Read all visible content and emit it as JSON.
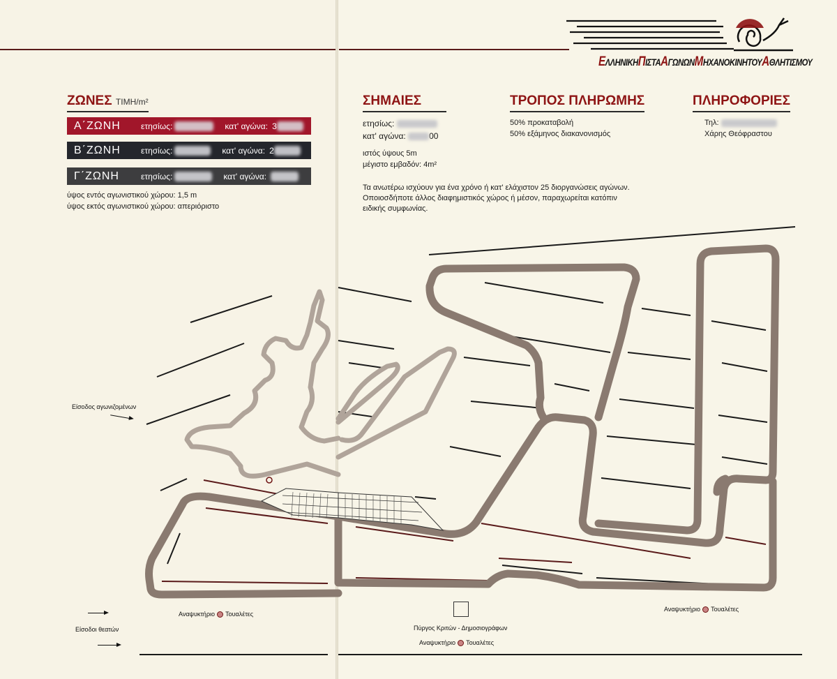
{
  "logo": {
    "name": "snail-logo-icon",
    "caps": [
      "Ε",
      "Π",
      "Α",
      "Μ",
      "Α"
    ],
    "parts": [
      "ΛΛΗΝΙΚΗ",
      "ΙΣΤΑ",
      "ΓΩΝΩΝ",
      "ΗΧΑΝΟΚΙΝΗΤΟΥ",
      "ΘΛΗΤΙΣΜΟΥ"
    ]
  },
  "zones": {
    "title": "ΖΩΝΕΣ",
    "subtitle": "ΤΙΜΗ/m²",
    "items": [
      {
        "name": "Α΄ΖΩΝΗ",
        "yearly_label": "ετησίως:",
        "race_label": "κατ' αγώνα:",
        "race_partial": "3"
      },
      {
        "name": "Β΄ΖΩΝΗ",
        "yearly_label": "ετησίως:",
        "race_label": "κατ' αγώνα:",
        "race_partial": "2"
      },
      {
        "name": "Γ΄ΖΩΝΗ",
        "yearly_label": "ετησίως:",
        "race_label": "κατ' αγώνα:",
        "race_partial": ""
      }
    ],
    "note_inside": "ύψος εντός αγωνιστικού χώρου: 1,5 m",
    "note_outside": "ύψος εκτός αγωνιστικού χώρου: απεριόριστο"
  },
  "flags": {
    "title": "ΣΗΜΑΙΕΣ",
    "yearly_label": "ετησίως:",
    "race_label": "κατ' αγώνα:",
    "race_partial": "00",
    "mast": "ιστός ύψους 5m",
    "max_area": "μέγιστο εμβαδόν: 4m²"
  },
  "payment": {
    "title": "ΤΡΟΠΟΣ ΠΛΗΡΩΜΗΣ",
    "line1": "50% προκαταβολή",
    "line2": "50% εξάμηνος διακανονισμός"
  },
  "info": {
    "title": "ΠΛΗΡΟΦΟΡΙΕΣ",
    "phone_label": "Τηλ:",
    "contact": "Χάρης Θεόφραστου"
  },
  "terms": "Τα ανωτέρω ισχύουν για ένα χρόνο ή κατ' ελάχιστον 25 διοργανώσεις αγώνων. Οποιοσδήποτε άλλος διαφημιστικός χώρος ή μέσον, παραχωρείται κατόπιν ειδικής συμφωνίας.",
  "map": {
    "competitors_entrance": "Είσοδος αγωνιζομένων",
    "spectators_entrance": "Είσοδοι θεατών",
    "canteen_left": "Αναψυκτήριο",
    "toilets_left": "Τουαλέτες",
    "canteen_right": "Αναψυκτήριο",
    "toilets_right": "Τουαλέτες",
    "tower": "Πύργος Κριτών - Δημοσιογράφων",
    "canteen_center": "Αναψυκτήριο",
    "toilets_center": "Τουαλέτες"
  },
  "colors": {
    "accent": "#8e1414",
    "track": "#8a7a70",
    "zone_a": "#a1162a",
    "zone_b": "#24262c",
    "zone_c": "#3d3d3f"
  }
}
